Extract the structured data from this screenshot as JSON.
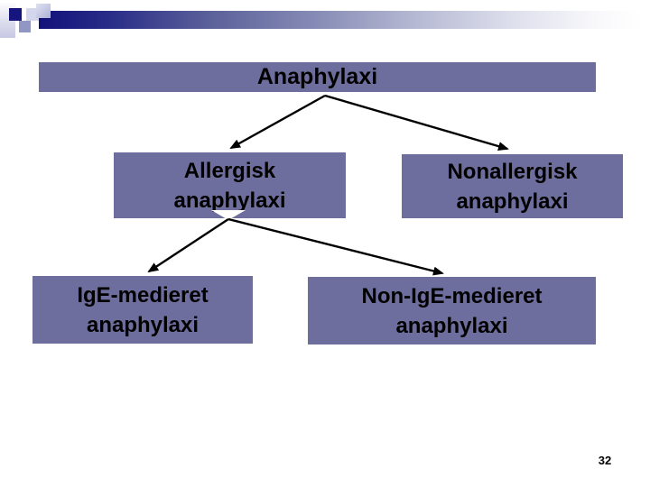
{
  "slide": {
    "page_number": "32"
  },
  "colors": {
    "node_fill": "#6e6e9e",
    "node_text": "#000000",
    "connector": "#000000",
    "accent_dark_navy": "#15157d",
    "accent_lavender_light": "#d3d6ec",
    "accent_lavender_medium": "#9197c4",
    "header_bar_gradient_start": "#12127a",
    "header_bar_gradient_end": "#ffffff",
    "background": "#ffffff"
  },
  "diagram": {
    "type": "tree",
    "nodes": {
      "root": {
        "label": "Anaphylaxi"
      },
      "allergisk": {
        "label": "Allergisk\nanaphylaxi"
      },
      "nonallergisk": {
        "label": "Nonallergisk\nanaphylaxi"
      },
      "ige": {
        "label": "IgE-medieret\nanaphylaxi"
      },
      "non_ige": {
        "label": "Non-IgE-medieret\nanaphylaxi"
      }
    },
    "edges": [
      {
        "from": "root",
        "to": "allergisk"
      },
      {
        "from": "root",
        "to": "nonallergisk"
      },
      {
        "from": "allergisk",
        "to": "ige"
      },
      {
        "from": "allergisk",
        "to": "non_ige"
      }
    ]
  }
}
